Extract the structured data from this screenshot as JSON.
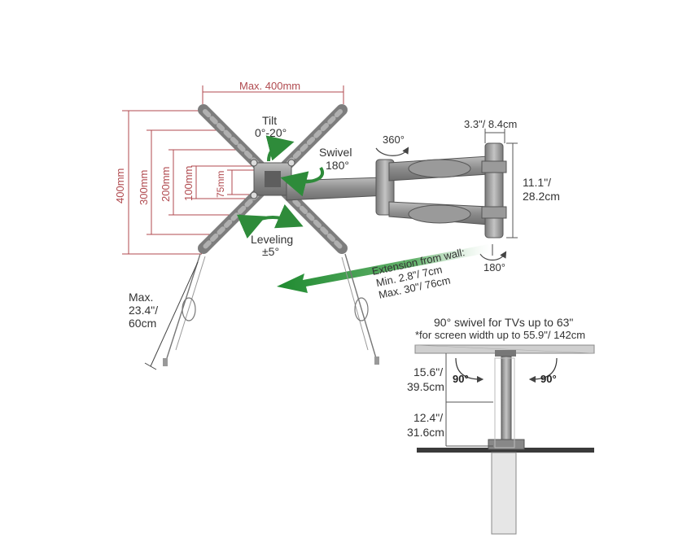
{
  "vesa": {
    "max_width": "Max. 400mm",
    "heights": [
      "400mm",
      "300mm",
      "200mm",
      "100mm",
      "75mm"
    ]
  },
  "motion": {
    "tilt_title": "Tilt",
    "tilt_range": "0°-20°",
    "swivel_title": "Swivel",
    "swivel_range": "180°",
    "leveling_title": "Leveling",
    "leveling_range": "±5°",
    "rotate_360": "360°",
    "rotate_180": "180°"
  },
  "wall_plate": {
    "depth": "3.3\"/ 8.4cm",
    "height_line1": "11.1\"/",
    "height_line2": "28.2cm"
  },
  "extension": {
    "line1": "Extension from wall:",
    "line2": "Min. 2.8\"/ 7cm",
    "line3": "Max. 30\"/ 76cm"
  },
  "cable": {
    "line1": "Max.",
    "line2": "23.4\"/",
    "line3": "60cm"
  },
  "topview": {
    "title": "90° swivel for TVs up to 63\"",
    "subtitle": "*for screen width up to 55.9\"/ 142cm",
    "left_angle": "90°",
    "right_angle": "90°",
    "dim1_line1": "15.6\"/",
    "dim1_line2": "39.5cm",
    "dim2_line1": "12.4\"/",
    "dim2_line2": "31.6cm"
  },
  "colors": {
    "dimension_red": "#b04a4f",
    "arrow_green": "#2e8b3a",
    "metal_gray": "#8a8a8a"
  }
}
